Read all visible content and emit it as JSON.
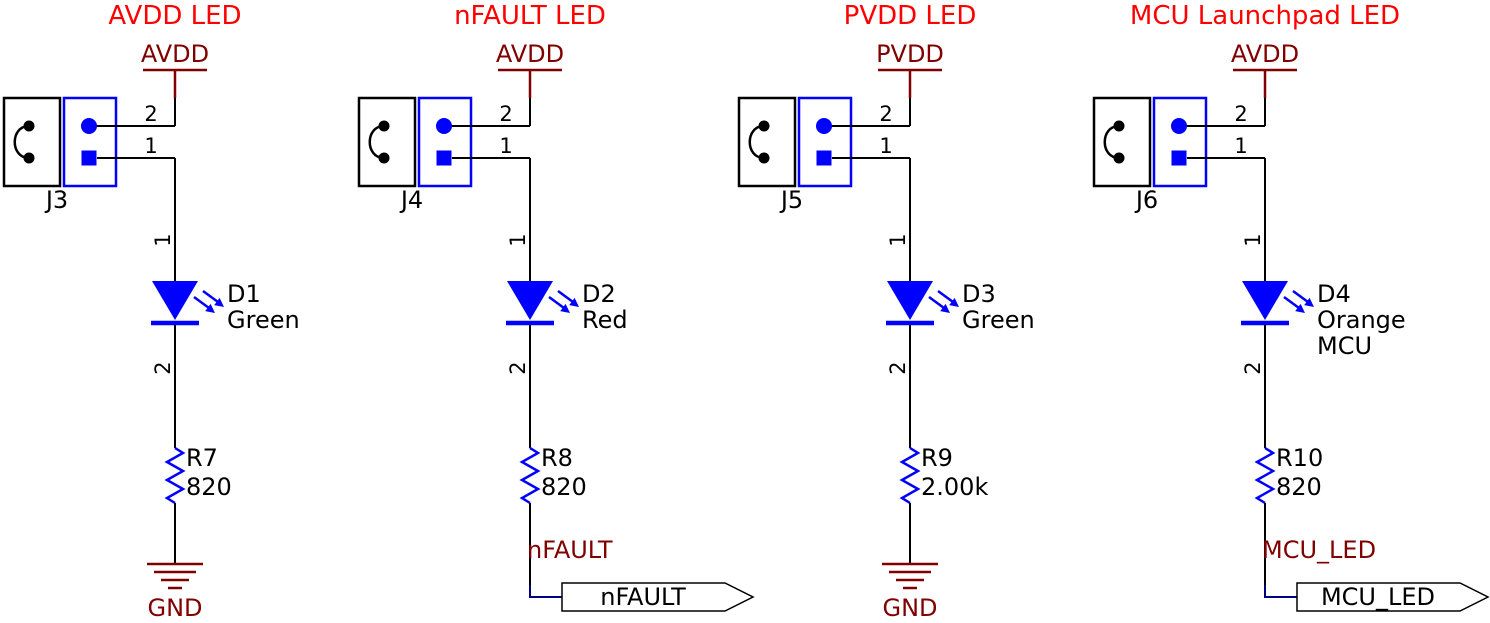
{
  "sheet": {
    "background": "#ffffff",
    "colors": {
      "title_text": "#ff0000",
      "net_text": "#800000",
      "component_blue": "#0000ff",
      "wire_black": "#000000",
      "net_wire_blue": "#000080"
    }
  },
  "circuits": [
    {
      "title": "AVDD LED",
      "power_net": "AVDD",
      "jumper": {
        "ref": "J3",
        "pin_top": "2",
        "pin_bottom": "1"
      },
      "led": {
        "ref": "D1",
        "pin_top": "1",
        "pin_bottom": "2",
        "color_line1": "Green"
      },
      "resistor": {
        "ref": "R7",
        "value": "820"
      },
      "ground_label": "GND"
    },
    {
      "title": "nFAULT LED",
      "power_net": "AVDD",
      "jumper": {
        "ref": "J4",
        "pin_top": "2",
        "pin_bottom": "1"
      },
      "led": {
        "ref": "D2",
        "pin_top": "1",
        "pin_bottom": "2",
        "color_line1": "Red"
      },
      "resistor": {
        "ref": "R8",
        "value": "820"
      },
      "net_flag": {
        "wire_label": "nFAULT",
        "flag_label": "nFAULT"
      }
    },
    {
      "title": "PVDD LED",
      "power_net": "PVDD",
      "jumper": {
        "ref": "J5",
        "pin_top": "2",
        "pin_bottom": "1"
      },
      "led": {
        "ref": "D3",
        "pin_top": "1",
        "pin_bottom": "2",
        "color_line1": "Green"
      },
      "resistor": {
        "ref": "R9",
        "value": "2.00k"
      },
      "ground_label": "GND"
    },
    {
      "title": "MCU Launchpad LED",
      "power_net": "AVDD",
      "jumper": {
        "ref": "J6",
        "pin_top": "2",
        "pin_bottom": "1"
      },
      "led": {
        "ref": "D4",
        "pin_top": "1",
        "pin_bottom": "2",
        "color_line1": "Orange",
        "color_line2": "MCU"
      },
      "resistor": {
        "ref": "R10",
        "value": "820"
      },
      "net_flag": {
        "wire_label": "MCU_LED",
        "flag_label": "MCU_LED"
      }
    }
  ]
}
